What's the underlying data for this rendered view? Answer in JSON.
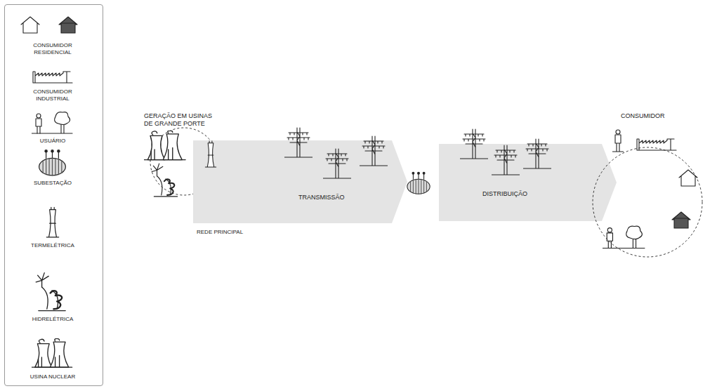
{
  "diagram": {
    "nodes": [
      {
        "text": [
          "GERAÇÃO EM USINAS DE GRANDE PORTE"
        ]
      },
      {
        "text": [
          "TRANSMISSÃO"
        ]
      },
      {
        "text": [
          "DISTRIBUIÇÃO"
        ]
      },
      {
        "text": [
          "CONSUMIDOR"
        ]
      }
    ],
    "labels": [
      "REDE PRINCIPAL"
    ],
    "legend": [
      {
        "text": "CONSUMIDOR RESIDENCIAL"
      },
      {
        "text": "CONSUMIDOR INDUSTRIAL"
      },
      {
        "text": "USUÁRIO"
      },
      {
        "text": "SUBESTAÇÃO"
      },
      {
        "text": "TERMELÉTRICA"
      },
      {
        "text": "HIDRELÉTRICA"
      },
      {
        "text": "USINA NUCLEAR"
      }
    ]
  }
}
